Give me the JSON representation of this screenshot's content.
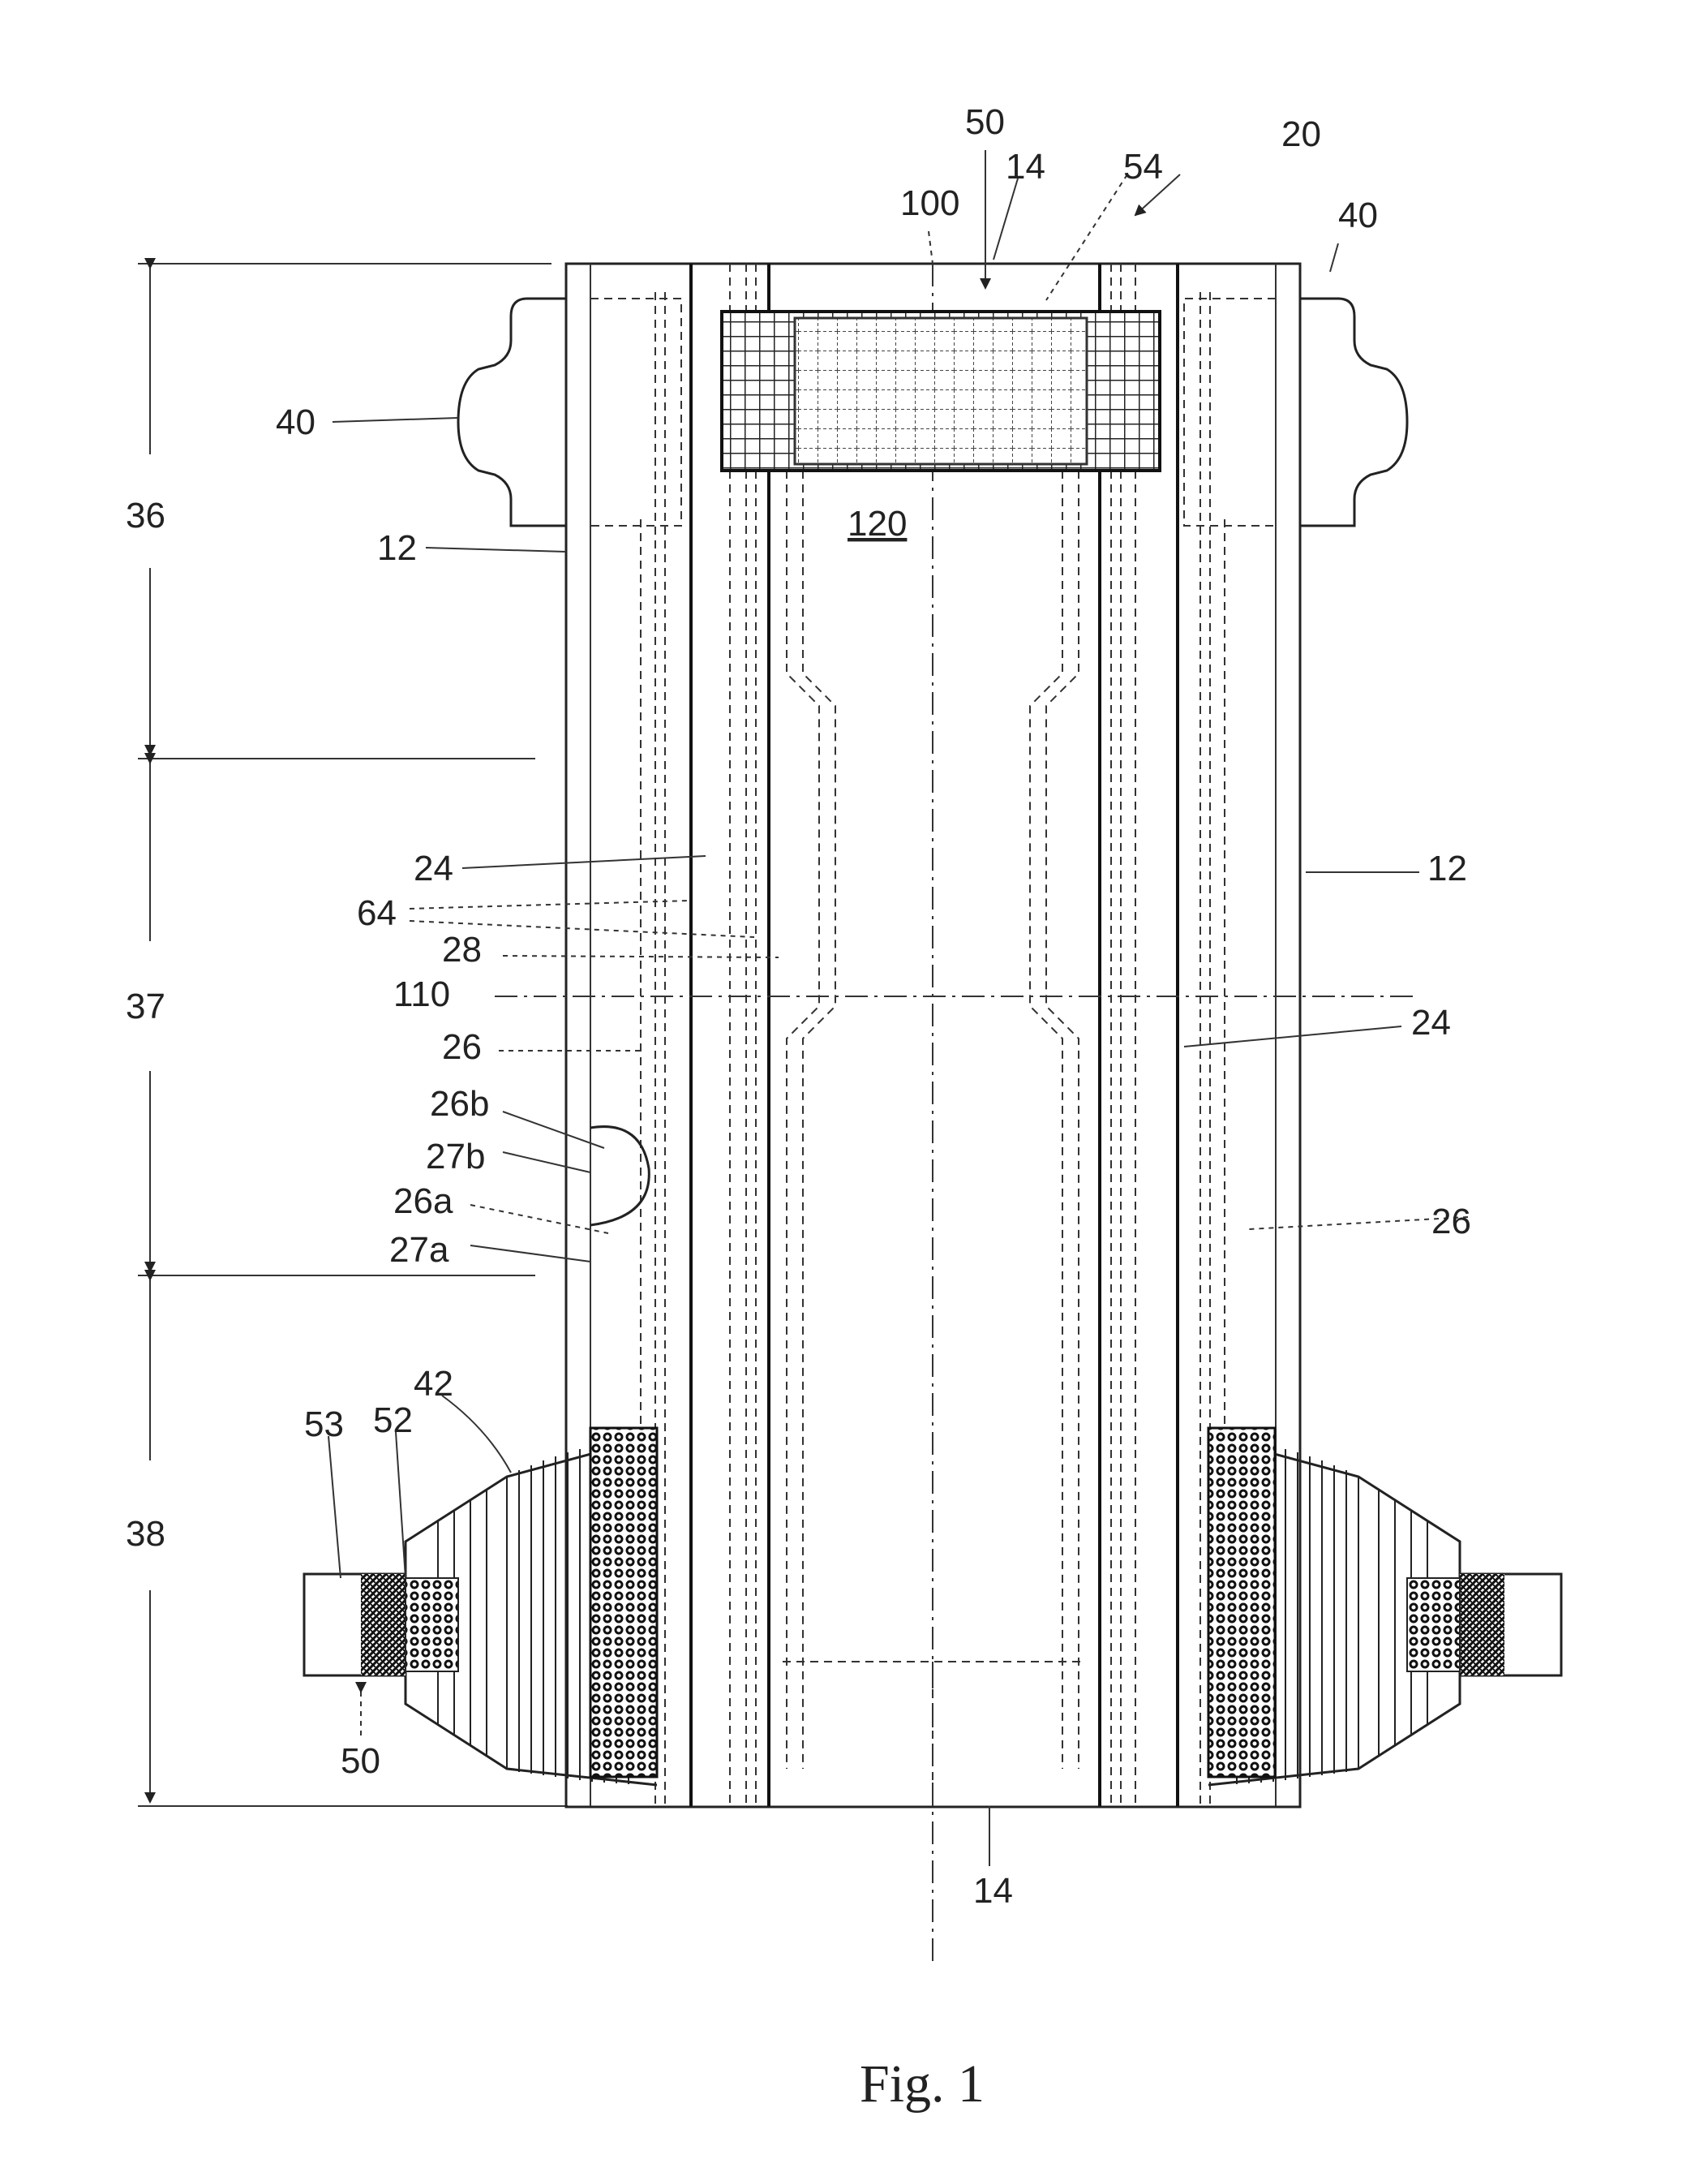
{
  "figure": {
    "caption": "Fig. 1",
    "labels": {
      "r20": "20",
      "r50_top": "50",
      "r14_top": "14",
      "r54": "54",
      "r100": "100",
      "r40_left": "40",
      "r40_right": "40",
      "r36": "36",
      "r12_left": "12",
      "r120": "120",
      "r12_right": "12",
      "r24_a": "24",
      "r64": "64",
      "r28": "28",
      "r110": "110",
      "r24_b": "24",
      "r37": "37",
      "r26_a": "26",
      "r26b": "26b",
      "r27b": "27b",
      "r26a": "26a",
      "r27a": "27a",
      "r26_b": "26",
      "r42": "42",
      "r52": "52",
      "r53": "53",
      "r38": "38",
      "r50_bottom": "50",
      "r14_bottom": "14"
    }
  }
}
